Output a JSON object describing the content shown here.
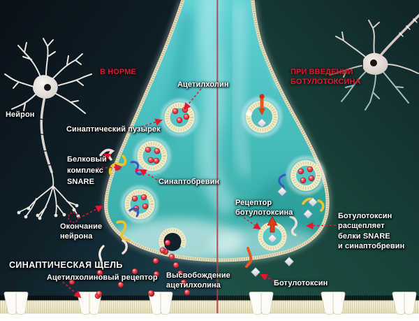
{
  "scene": {
    "section_left_title": "В НОРМЕ",
    "section_right_title": "ПРИ ВВЕДЕНИИ\nБОТУЛОТОКСИНА",
    "labels": {
      "neuron": "Нейрон",
      "synaptic_vesicle": "Синаптический пузырек",
      "acetylcholine": "Ацетилхолин",
      "snare_complex": "Белковый\nкомплекс\nSNARE",
      "synaptobrevin": "Синаптобревин",
      "neuron_ending": "Окончание\nнейрона",
      "synaptic_cleft": "СИНАПТИЧЕСКАЯ ЩЕЛЬ",
      "acetylcholine_receptor": "Ацетилхолиновый рецептор",
      "acetylcholine_release": "Высвобождение\nацетилхолина",
      "botulinum_receptor": "Рецептор\nботулотоксина",
      "botulinum_action": "Ботулотоксин\nрасщепляет\nбелки SNARE\nи синаптобревин",
      "botulinum_toxin": "Ботулотоксин"
    },
    "colors": {
      "title_red": "#e8152d",
      "label_white": "#ffffff",
      "divider_red": "#c23749",
      "acetylcholine_dot": "#d81a28",
      "toxin_diamond": "#e8e9ee",
      "vesicle_ring": "#f1ebc8",
      "terminal_teal": "#45bdbb",
      "membrane_cream": "#f4edd0",
      "snare_yellow": "#f2c72e",
      "snare_blue": "#3b55c0",
      "snare_pink": "#f3d7cd",
      "receptor_orange": "#e8581e"
    }
  }
}
